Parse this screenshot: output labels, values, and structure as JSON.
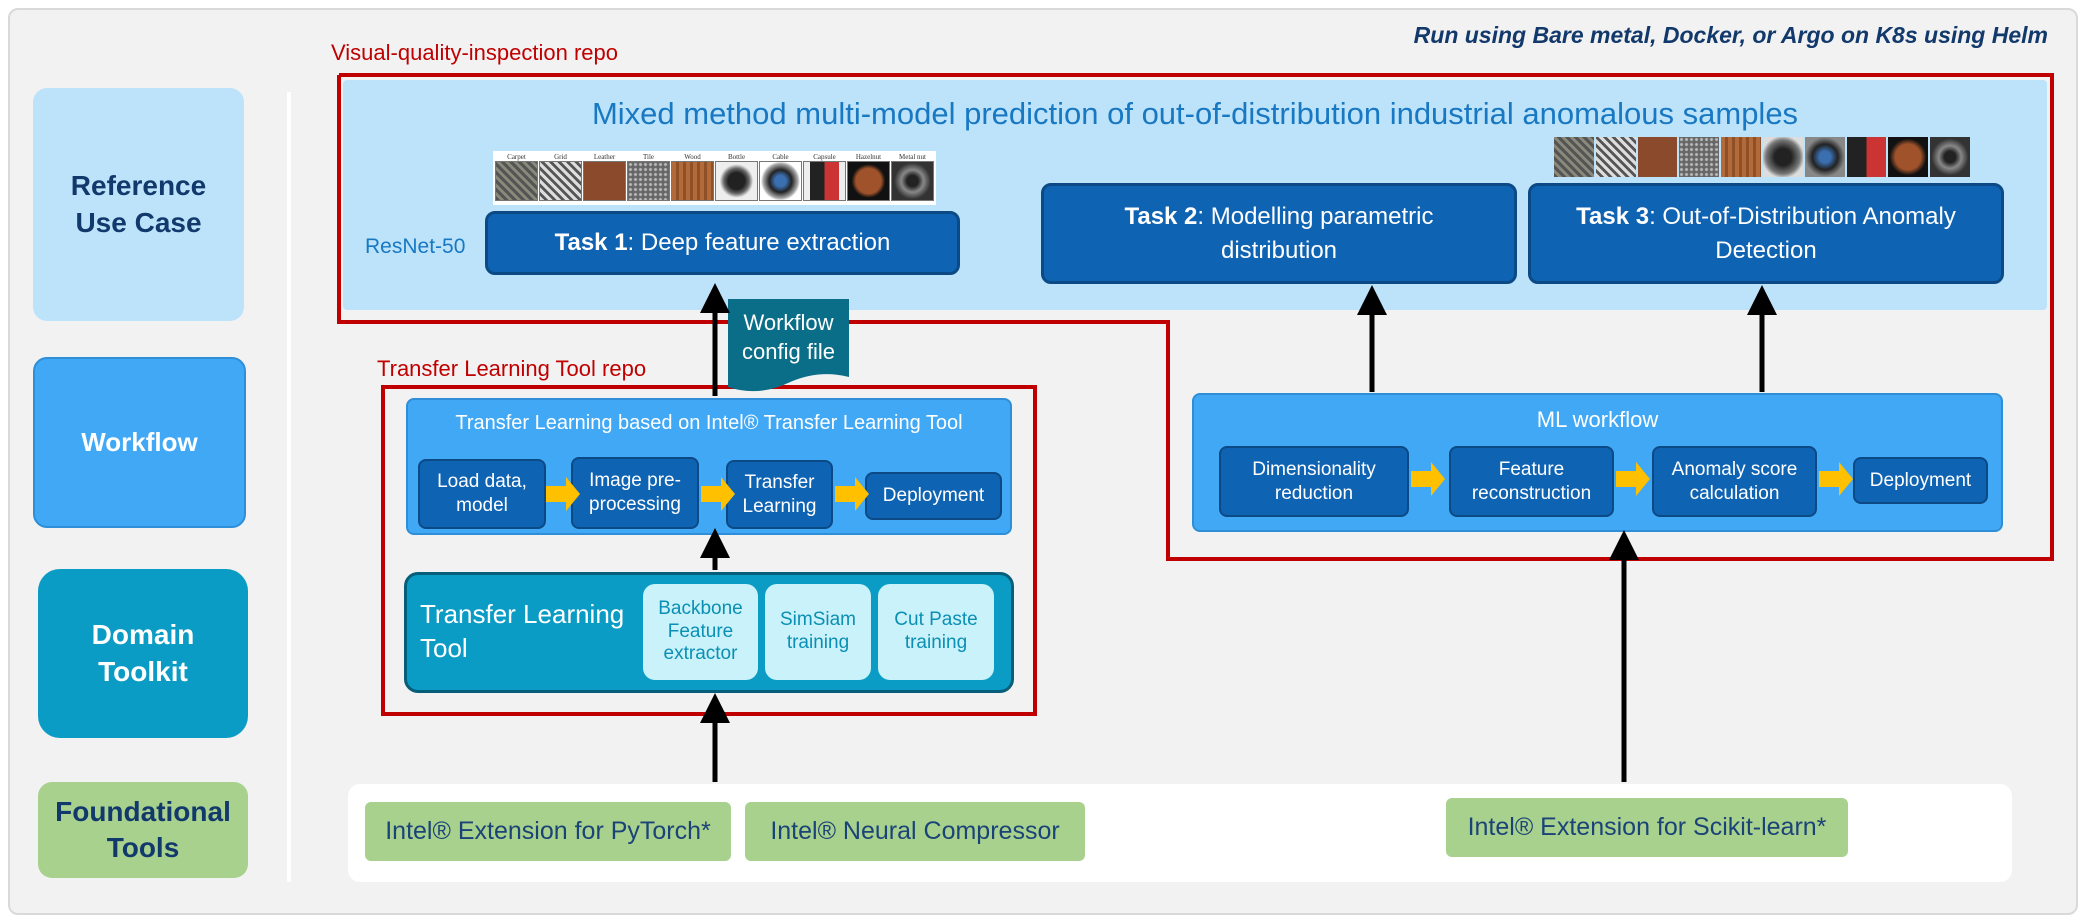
{
  "top_note": "Run using Bare metal, Docker, or Argo on K8s using Helm",
  "layers": {
    "reference": "Reference Use Case",
    "workflow": "Workflow",
    "domain": "Domain Toolkit",
    "foundational": "Foundational Tools"
  },
  "vqi": {
    "repo_label": "Visual-quality-inspection repo",
    "title": "Mixed method multi-model prediction of out-of-distribution industrial anomalous samples",
    "resnet": "ResNet-50",
    "task1_bold": "Task 1",
    "task1_text": ": Deep feature extraction",
    "task2_bold": "Task 2",
    "task2_text": ": Modelling parametric distribution",
    "task3_bold": "Task 3",
    "task3_text": ": Out-of-Distribution Anomaly Detection",
    "categories": [
      "Carpet",
      "Grid",
      "Leather",
      "Tile",
      "Wood",
      "Bottle",
      "Cable",
      "Capsule",
      "Hazelnut",
      "Metal nut"
    ]
  },
  "config_file": "Workflow config file",
  "tlt": {
    "repo_label": "Transfer Learning Tool repo",
    "workflow_title": "Transfer Learning based on Intel® Transfer Learning Tool",
    "steps": [
      "Load data, model",
      "Image pre-processing",
      "Transfer Learning",
      "Deployment"
    ],
    "tool_label": "Transfer Learning Tool",
    "tool_items": [
      "Backbone Feature extractor",
      "SimSiam training",
      "Cut Paste training"
    ]
  },
  "ml": {
    "title": "ML workflow",
    "steps": [
      "Dimensionality reduction",
      "Feature reconstruction",
      "Anomaly score calculation",
      "Deployment"
    ]
  },
  "foundation": {
    "pytorch": "Intel® Extension for PyTorch*",
    "inc": "Intel® Neural Compressor",
    "sklearn": "Intel® Extension for Scikit-learn*"
  },
  "colors": {
    "red": "#c00000",
    "dark_blue": "#0f63b3",
    "mid_blue": "#41a8f5",
    "light_blue": "#bde3fb",
    "teal": "#0b9cc5",
    "green": "#a9d18e",
    "arrow_yellow": "#ffc000"
  }
}
